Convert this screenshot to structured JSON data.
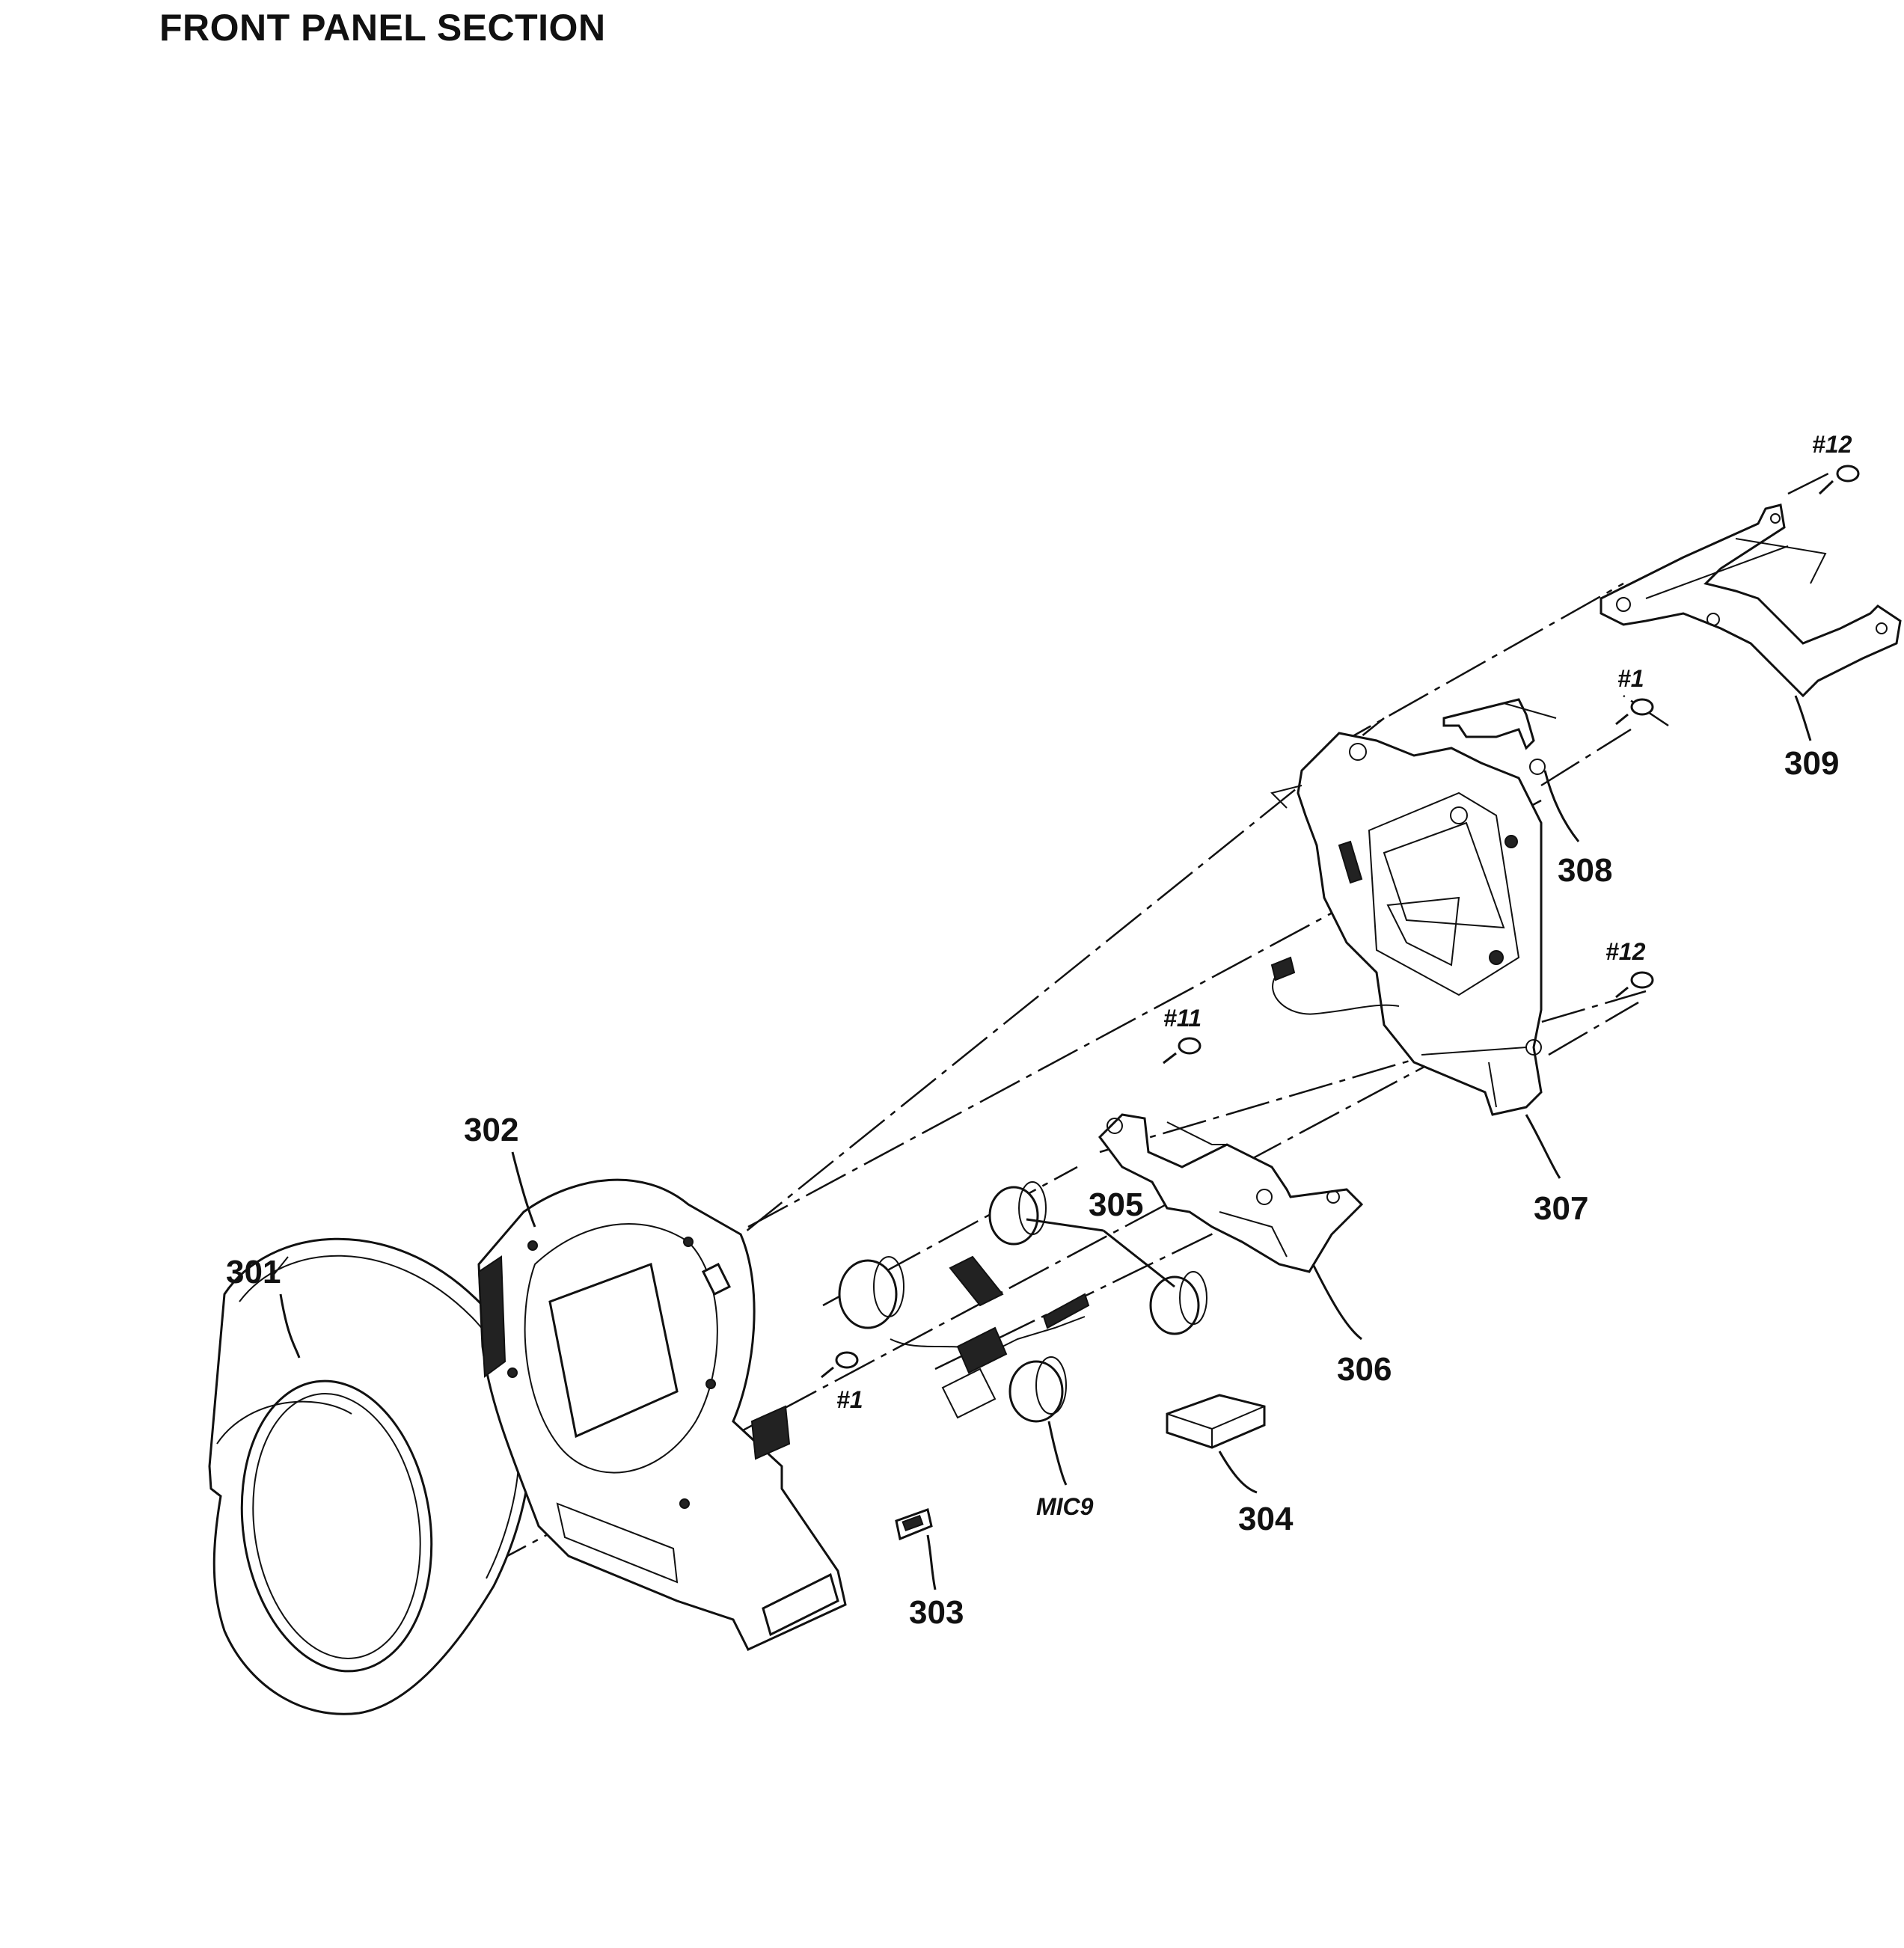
{
  "title": "FRONT PANEL SECTION",
  "callouts": {
    "p301": "301",
    "p302": "302",
    "p303": "303",
    "p304": "304",
    "p305": "305",
    "p306": "306",
    "p307": "307",
    "p308": "308",
    "p309": "309",
    "mic": "MIC9"
  },
  "screws": {
    "s12_top": "#12",
    "s1_upper": "#1",
    "s12_mid": "#12",
    "s11": "#11",
    "s1_lower": "#1"
  }
}
